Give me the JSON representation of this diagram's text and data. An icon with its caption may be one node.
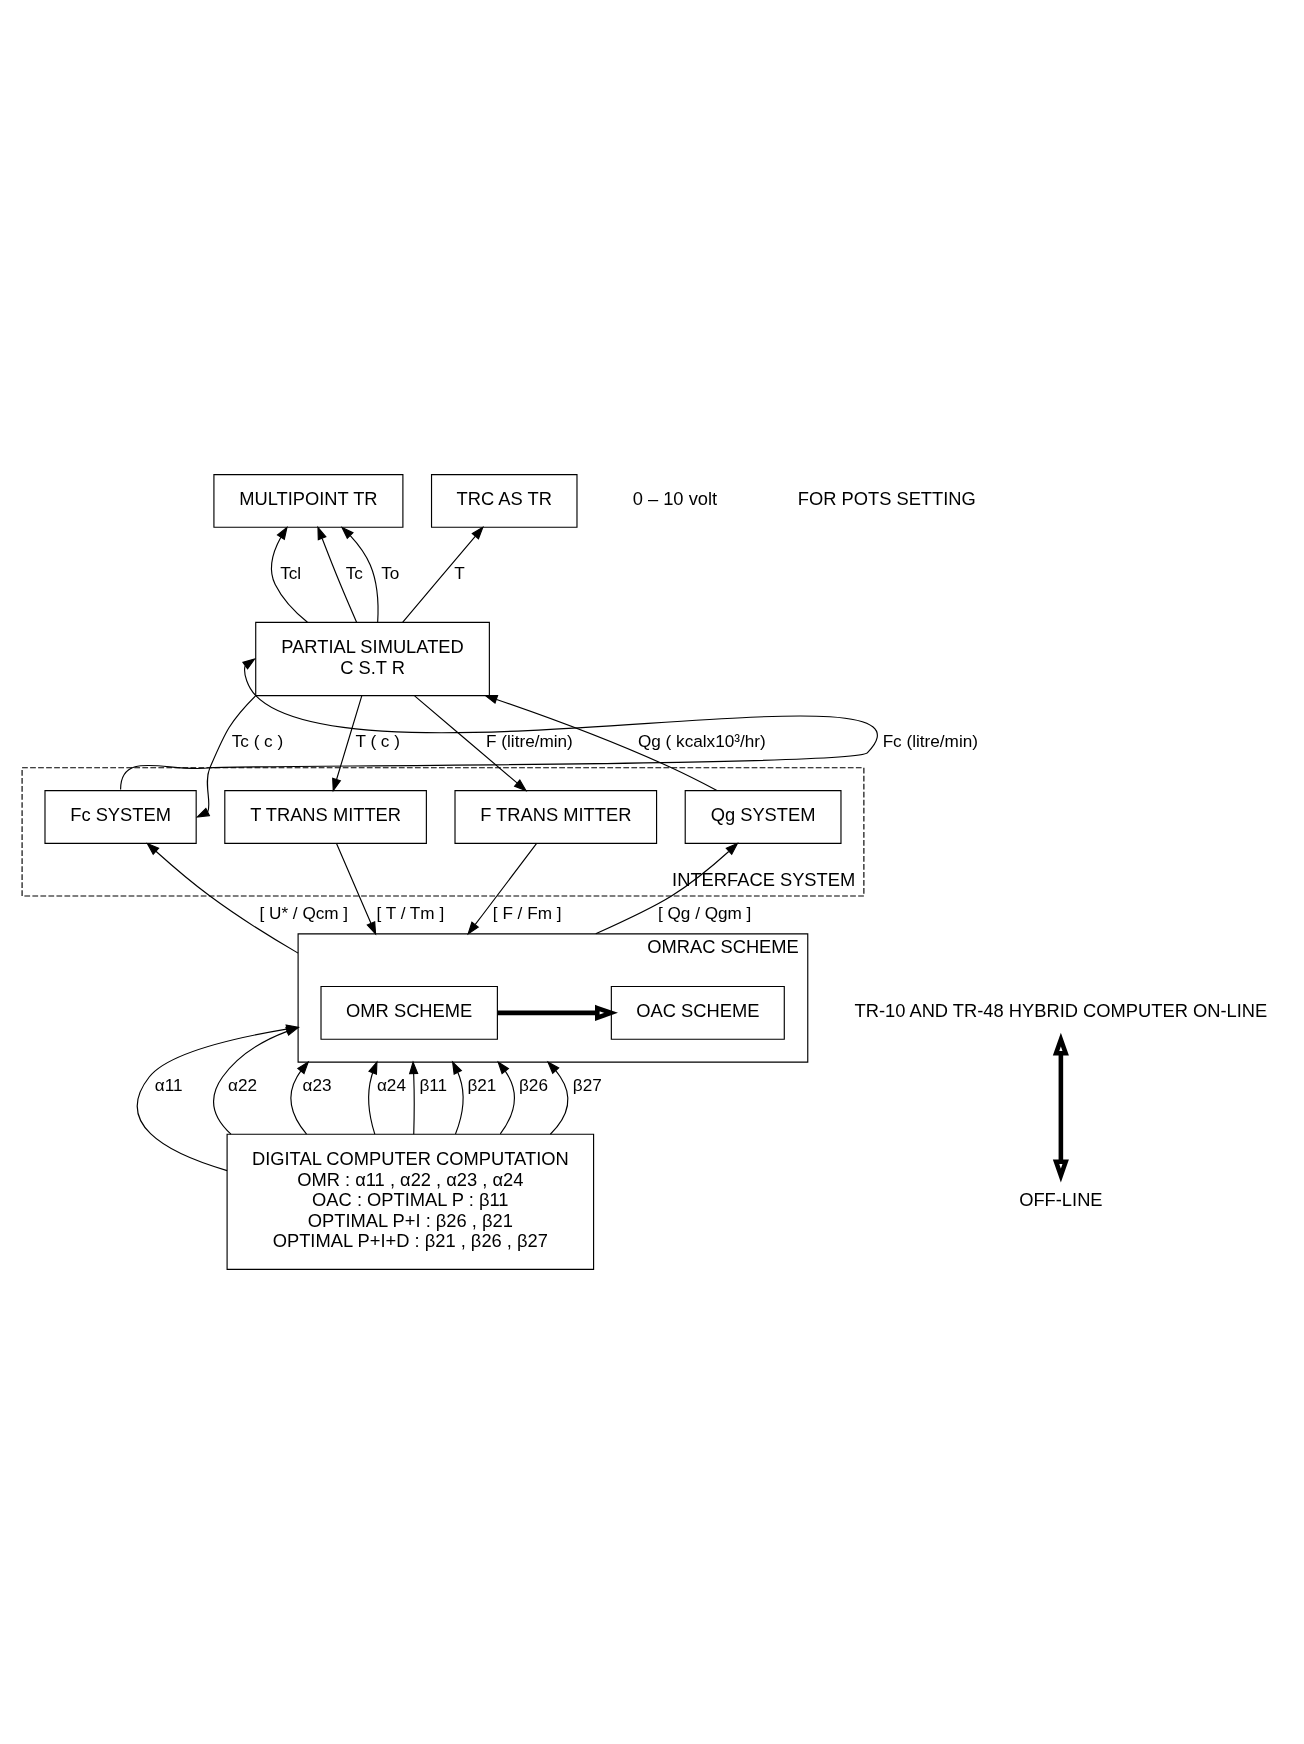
{
  "diagram": {
    "nodes": [
      {
        "text": [
          "MULTIPOINT TR"
        ]
      },
      {
        "text": [
          "TRC AS TR"
        ]
      },
      {
        "text": [
          "PARTIAL SIMULATED",
          "C S.T R"
        ]
      },
      {
        "text": [
          "INTERFACE SYSTEM"
        ]
      },
      {
        "text": [
          "Fc SYSTEM"
        ],
        "in": 3
      },
      {
        "text": [
          "T TRANS MITTER"
        ],
        "in": 3
      },
      {
        "text": [
          "F TRANS MITTER"
        ],
        "in": 3
      },
      {
        "text": [
          "Qg SYSTEM"
        ],
        "in": 3
      },
      {
        "text": [
          "OMRAC SCHEME"
        ]
      },
      {
        "text": [
          "OMR SCHEME"
        ],
        "in": 8
      },
      {
        "text": [
          "OAC SCHEME"
        ],
        "in": 8
      },
      {
        "text": [
          "TR-10 AND TR-48 HYBRID COMPUTER ON-LINE"
        ]
      },
      {
        "text": [
          "OFF-LINE"
        ]
      },
      {
        "text": [
          "DIGITAL COMPUTER COMPUTATION",
          "OMR : α11 , α22 , α23 , α24",
          "OAC : OPTIMAL P : β11",
          "OPTIMAL P+I : β26 , β21",
          "OPTIMAL P+I+D : β21 , β26 , β27"
        ]
      }
    ],
    "edges": [
      {
        "from": 2,
        "to": 0,
        "arrow": "to",
        "label": "Tcl"
      },
      {
        "from": 2,
        "to": 0,
        "arrow": "to",
        "label": "Tc"
      },
      {
        "from": 2,
        "to": 0,
        "arrow": "to",
        "label": "To"
      },
      {
        "from": 2,
        "to": 1,
        "arrow": "to",
        "label": "T"
      },
      {
        "from": 4,
        "to": 2,
        "arrow": "to",
        "label": "Fc (litre/min)"
      },
      {
        "from": 2,
        "to": 4,
        "arrow": "to",
        "label": "Tc ( c )"
      },
      {
        "from": 2,
        "to": 5,
        "arrow": "to",
        "label": "T ( c )"
      },
      {
        "from": 2,
        "to": 6,
        "arrow": "to",
        "label": "F (litre/min)"
      },
      {
        "from": 7,
        "to": 2,
        "arrow": "to",
        "label": "Qg ( kcalx10³/hr)"
      },
      {
        "from": 8,
        "to": 4,
        "arrow": "to",
        "label": "[ U* / Qcm ]"
      },
      {
        "from": 5,
        "to": 8,
        "arrow": "to",
        "label": "[ T / Tm ]"
      },
      {
        "from": 6,
        "to": 8,
        "arrow": "to",
        "label": "[ F / Fm ]"
      },
      {
        "from": 8,
        "to": 7,
        "arrow": "to",
        "label": "[ Qg / Qgm ]"
      },
      {
        "from": 9,
        "to": 10,
        "arrow": "to",
        "style": "thick"
      },
      {
        "from": 11,
        "to": 12,
        "arrow": "both",
        "style": "thick"
      },
      {
        "from": 13,
        "to": 8,
        "arrow": "to",
        "label": "α11"
      },
      {
        "from": 13,
        "to": 8,
        "arrow": "to",
        "label": "α22"
      },
      {
        "from": 13,
        "to": 8,
        "arrow": "to",
        "label": "α23"
      },
      {
        "from": 13,
        "to": 8,
        "arrow": "to",
        "label": "α24"
      },
      {
        "from": 13,
        "to": 8,
        "arrow": "to",
        "label": "β11"
      },
      {
        "from": 13,
        "to": 8,
        "arrow": "to",
        "label": "β21"
      },
      {
        "from": 13,
        "to": 8,
        "arrow": "to",
        "label": "β26"
      },
      {
        "from": 13,
        "to": 8,
        "arrow": "to",
        "label": "β27"
      }
    ],
    "labels": [
      "0 – 10 volt",
      "FOR POTS SETTING"
    ]
  }
}
